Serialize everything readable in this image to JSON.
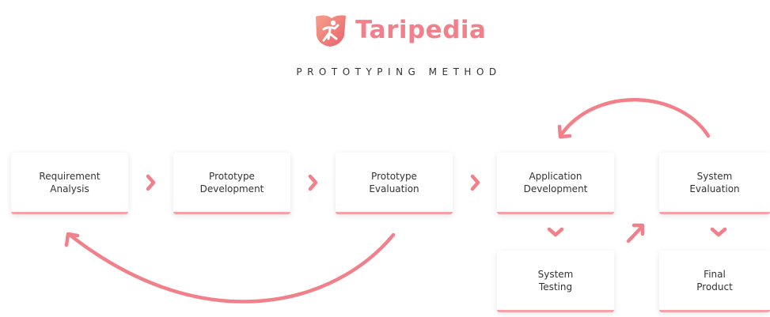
{
  "brand": {
    "name": "Taripedia",
    "accent": "#f2808a"
  },
  "title": "PROTOTYPING METHOD",
  "steps": [
    {
      "id": "req",
      "label": "Requirement\nAnalysis"
    },
    {
      "id": "dev",
      "label": "Prototype\nDevelopment"
    },
    {
      "id": "eval",
      "label": "Prototype\nEvaluation"
    },
    {
      "id": "app",
      "label": "Application\nDevelopment"
    },
    {
      "id": "sys-eval",
      "label": "System\nEvaluation"
    },
    {
      "id": "testing",
      "label": "System\nTesting"
    },
    {
      "id": "final",
      "label": "Final\nProduct"
    }
  ],
  "connections": [
    {
      "from": "req",
      "to": "dev"
    },
    {
      "from": "dev",
      "to": "eval"
    },
    {
      "from": "eval",
      "to": "app"
    },
    {
      "from": "app",
      "to": "testing"
    },
    {
      "from": "testing",
      "to": "sys-eval"
    },
    {
      "from": "sys-eval",
      "to": "final"
    },
    {
      "from": "sys-eval",
      "to": "app",
      "style": "curved-loop"
    },
    {
      "from": "eval",
      "to": "req",
      "style": "curved-loop"
    }
  ]
}
